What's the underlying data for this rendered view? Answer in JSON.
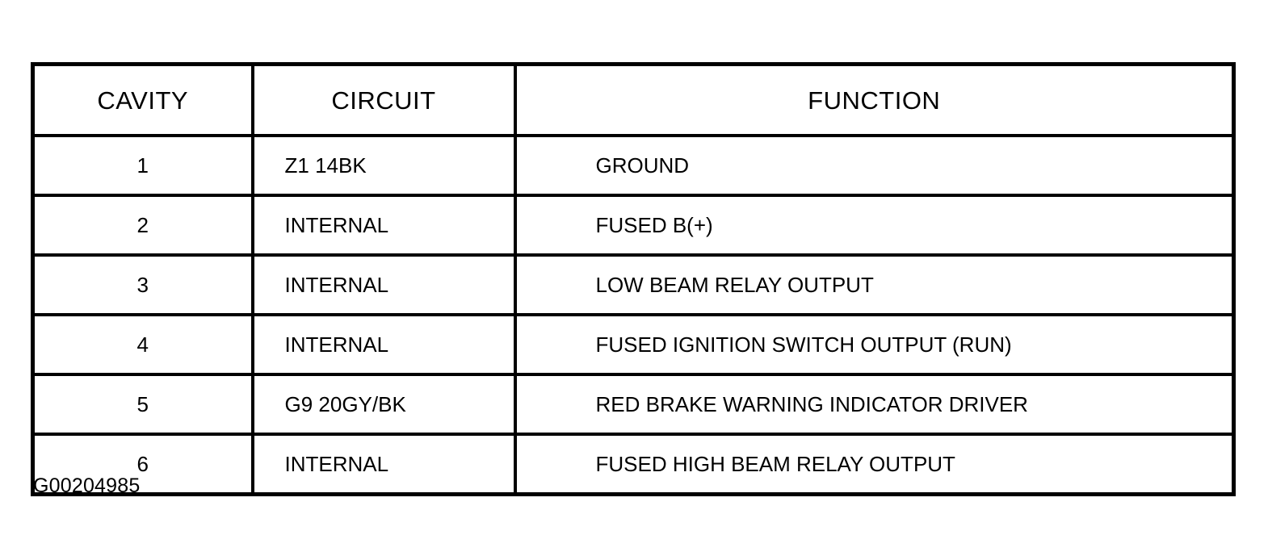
{
  "table": {
    "headers": {
      "cavity": "CAVITY",
      "circuit": "CIRCUIT",
      "function": "FUNCTION"
    },
    "rows": [
      {
        "cavity": "1",
        "circuit": "Z1 14BK",
        "function": "GROUND"
      },
      {
        "cavity": "2",
        "circuit": "INTERNAL",
        "function": "FUSED B(+)"
      },
      {
        "cavity": "3",
        "circuit": "INTERNAL",
        "function": "LOW BEAM RELAY OUTPUT"
      },
      {
        "cavity": "4",
        "circuit": "INTERNAL",
        "function": "FUSED IGNITION SWITCH OUTPUT (RUN)"
      },
      {
        "cavity": "5",
        "circuit": "G9 20GY/BK",
        "function": "RED BRAKE WARNING INDICATOR DRIVER"
      },
      {
        "cavity": "6",
        "circuit": "INTERNAL",
        "function": "FUSED HIGH BEAM RELAY OUTPUT"
      }
    ]
  },
  "caption": "G00204985",
  "colors": {
    "ink": "#000000",
    "paper": "#ffffff"
  }
}
